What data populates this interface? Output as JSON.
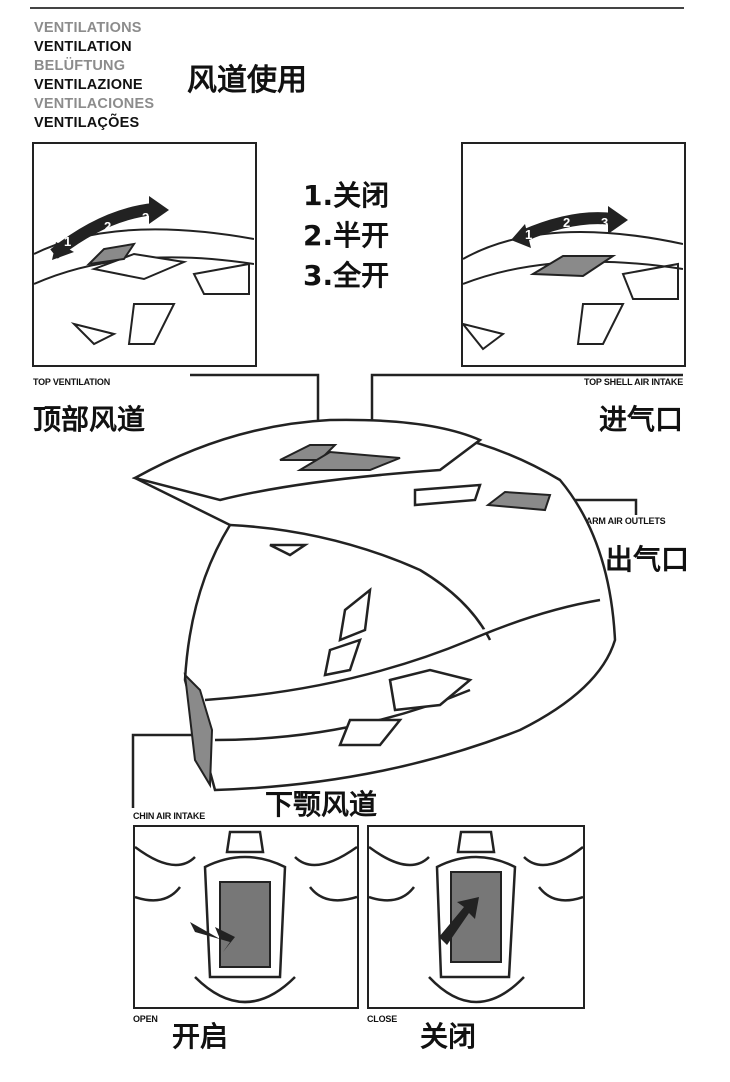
{
  "header": {
    "languages": [
      "VENTILATIONS",
      "VENTILATION",
      "BELÜFTUNG",
      "VENTILAZIONE",
      "VENTILACIONES",
      "VENTILAÇÕES"
    ],
    "title_zh": "风道使用"
  },
  "steps": [
    "1.关闭",
    "2.半开",
    "3.全开"
  ],
  "arrow_numbers": [
    "1",
    "2",
    "3"
  ],
  "labels": {
    "top_ventilation": {
      "en": "TOP VENTILATION",
      "zh": "顶部风道"
    },
    "top_shell_air_intake": {
      "en": "TOP SHELL AIR INTAKE",
      "zh": "进气口"
    },
    "warm_air_outlets": {
      "en": "WARM AIR OUTLETS",
      "zh": "出气口"
    },
    "chin_air_intake": {
      "en": "CHIN AIR INTAKE",
      "zh": "下颚风道"
    },
    "open": {
      "en": "OPEN",
      "zh": "开启"
    },
    "close": {
      "en": "CLOSE",
      "zh": "关闭"
    }
  },
  "colors": {
    "vent_gray": "#8a8a8a",
    "line": "#222222"
  }
}
